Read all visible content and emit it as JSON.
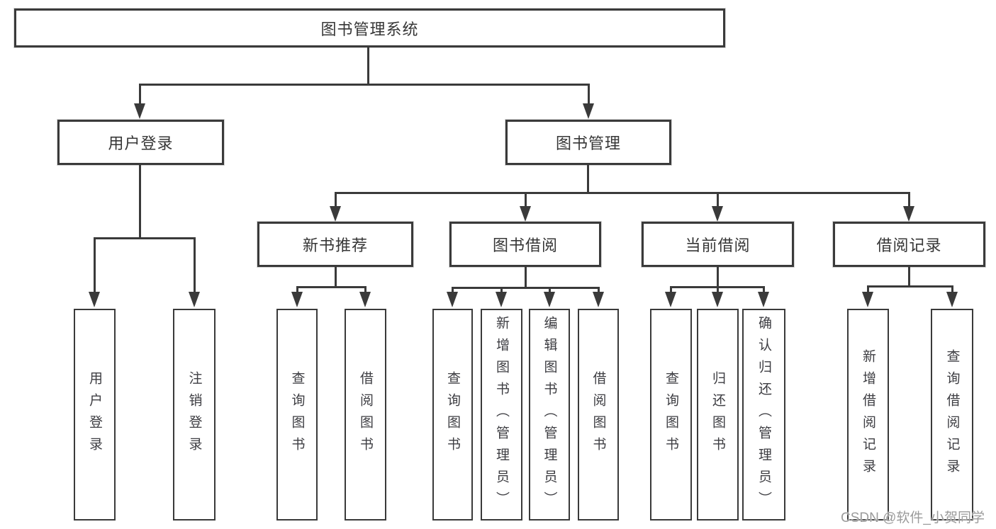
{
  "tree": {
    "root": "图书管理系统",
    "branches": [
      {
        "label": "用户登录",
        "children": [
          "用户登录",
          "注销登录"
        ]
      },
      {
        "label": "图书管理",
        "children": [
          {
            "label": "新书推荐",
            "children": [
              "查询图书",
              "借阅图书"
            ]
          },
          {
            "label": "图书借阅",
            "children": [
              "查询图书",
              "新增图书（管理员）",
              "编辑图书（管理员）",
              "借阅图书"
            ]
          },
          {
            "label": "当前借阅",
            "children": [
              "查询图书",
              "归还图书",
              "确认归还（管理员）"
            ]
          },
          {
            "label": "借阅记录",
            "children": [
              "新增借阅记录",
              "查询借阅记录"
            ]
          }
        ]
      }
    ]
  },
  "watermark": "CSDN @软件_小贺同学",
  "colors": {
    "line": "#3a3a3a",
    "text": "#363636",
    "watermark": "#969696",
    "background": "#ffffff"
  }
}
